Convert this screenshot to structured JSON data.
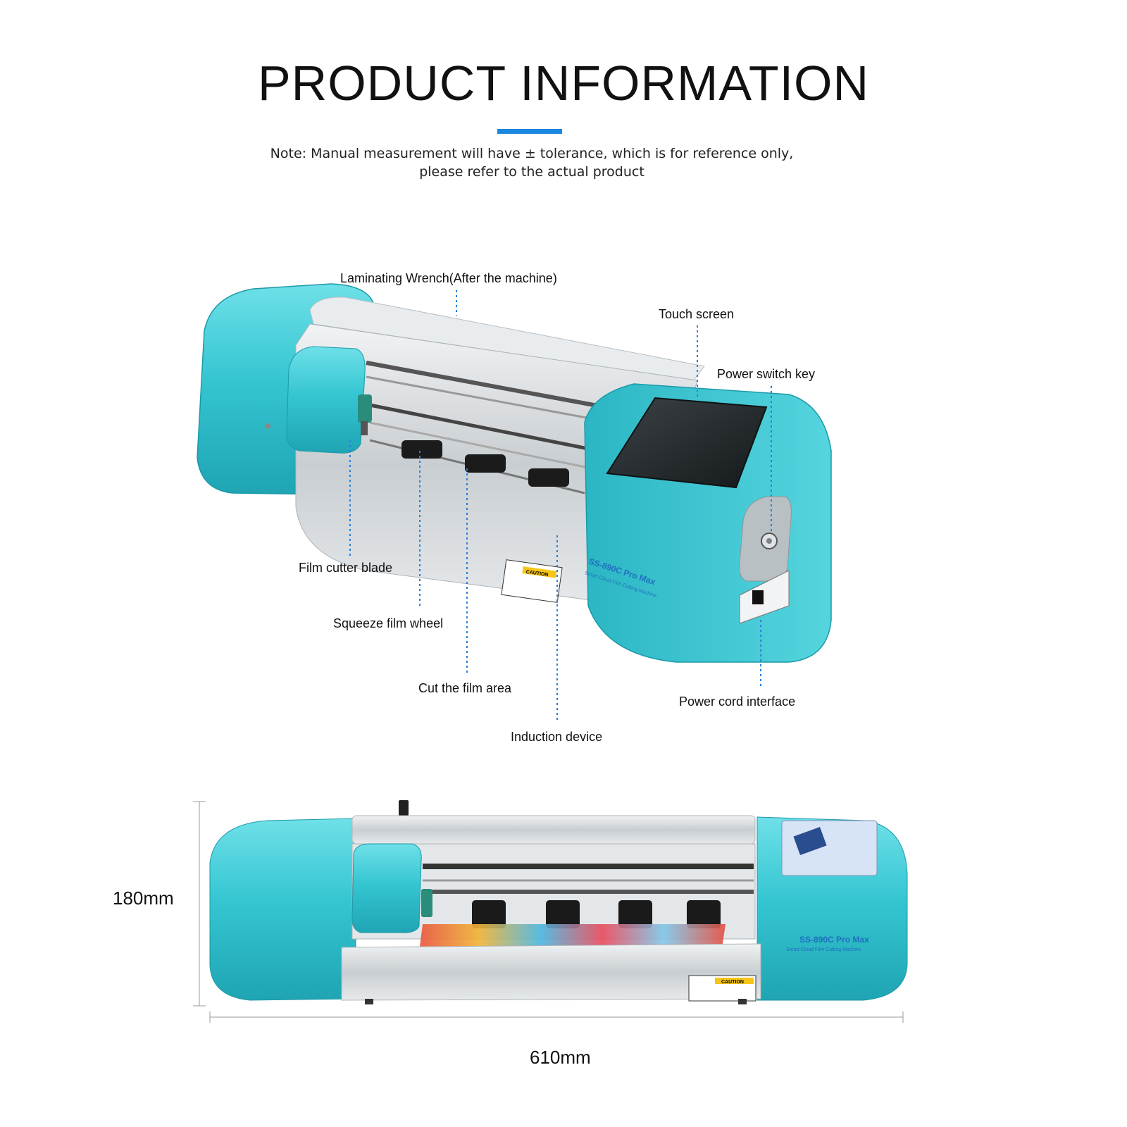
{
  "header": {
    "title": "PRODUCT INFORMATION",
    "note_line1": "Note: Manual measurement will have ± tolerance, which is for reference only,",
    "note_line2": "please refer to the actual product"
  },
  "callouts": {
    "laminating_wrench": "Laminating Wrench(After the machine)",
    "touch_screen": "Touch screen",
    "power_switch_key": "Power switch key",
    "film_cutter_blade": "Film cutter blade",
    "squeeze_film_wheel": "Squeeze film wheel",
    "cut_film_area": "Cut the film area",
    "induction_device": "Induction device",
    "power_cord_interface": "Power cord interface"
  },
  "product": {
    "model": "SS-890C Pro Max",
    "subtitle": "Smart Cloud Film Cutting Machine",
    "caution_label": "CAUTION"
  },
  "dimensions": {
    "height": "180mm",
    "width": "610mm"
  },
  "colors": {
    "body_teal": "#35c6d2",
    "accent_blue": "#1a87e0",
    "leader_blue": "#2a7fd8",
    "silver": "#d9dde0"
  }
}
